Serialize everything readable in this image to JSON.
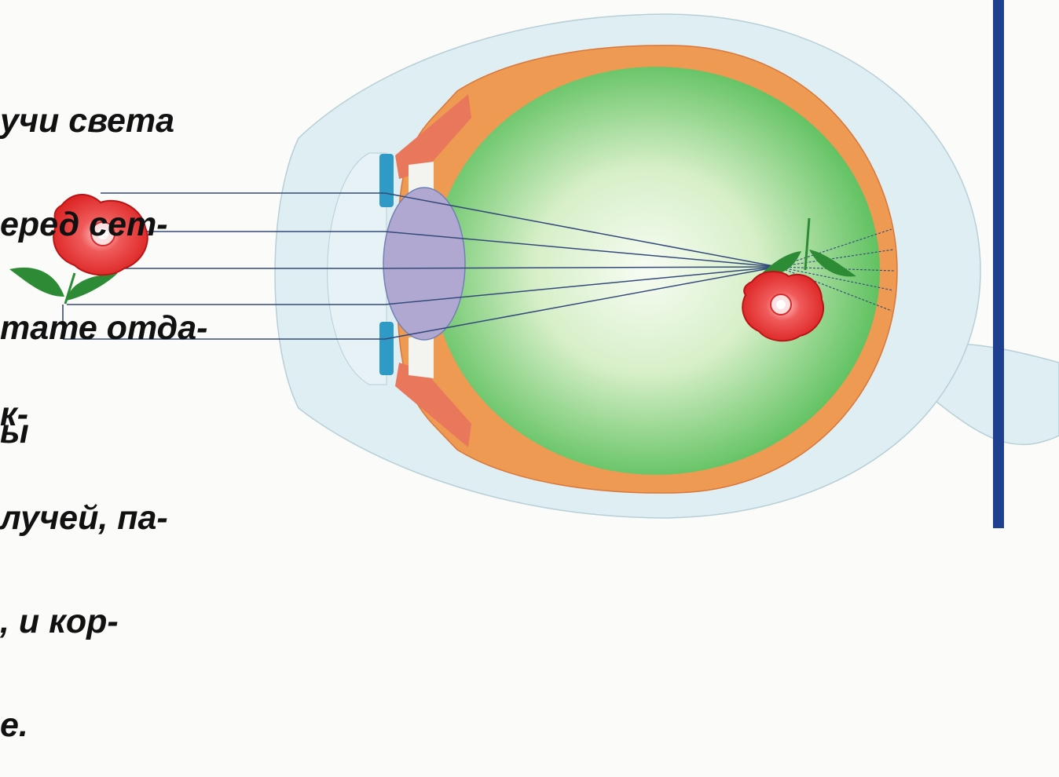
{
  "text_top": [
    "учи света",
    "еред сет-",
    "тате отда-",
    "ы"
  ],
  "text_bottom": [
    "к-",
    "лучей, па-",
    ", и кор-",
    "е."
  ],
  "colors": {
    "sclera": "#dfeef2",
    "choroid": "#ef9a53",
    "vitreous_center": "#f4faf0",
    "vitreous_edge": "#3fb542",
    "lens": "#b1a8d2",
    "iris": "#e9775c",
    "cornea_blue": "#2f9ac5",
    "ray": "#344a7a",
    "rose": "#e02424",
    "leaf": "#2d8b35",
    "rule": "#1f3f8f"
  },
  "icons": {
    "object_flower": "rose-icon",
    "image_flower": "inverted-rose-icon"
  }
}
